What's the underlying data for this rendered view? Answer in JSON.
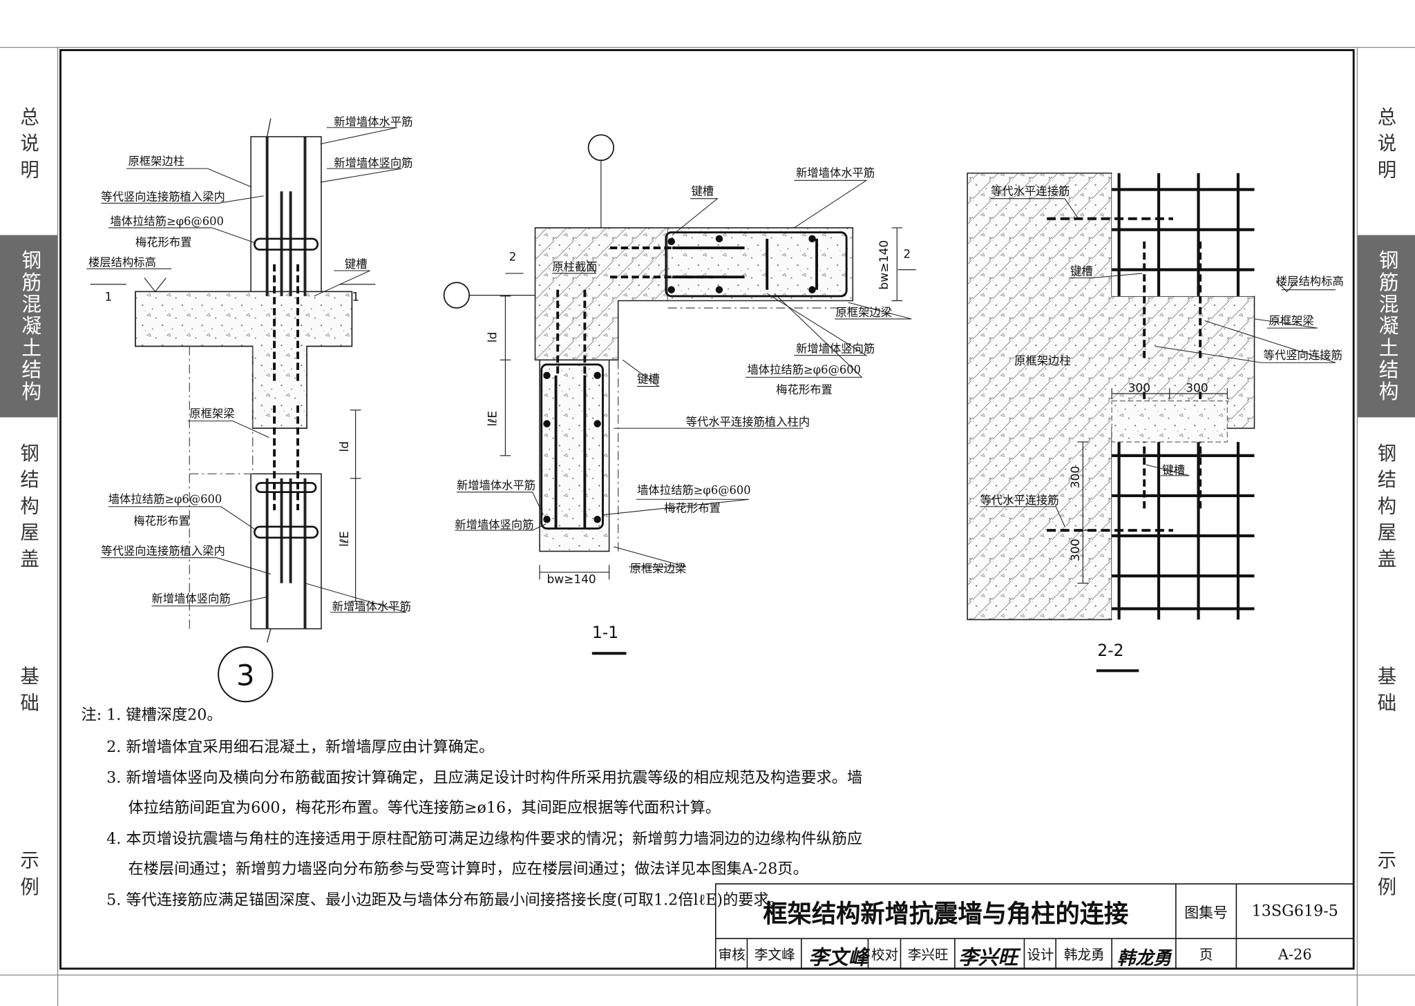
{
  "side_tabs": {
    "general": "总说明",
    "rc": "钢筋混凝土结构",
    "steel_roof": "钢结构屋盖",
    "foundation": "基础",
    "examples": "示例"
  },
  "detail3": {
    "callouts": {
      "new_wall_horizontal_top": "新增墙体水平筋",
      "new_wall_vertical_top": "新增墙体竖向筋",
      "orig_edge_column": "原框架边柱",
      "equiv_vertical_into_beam_top": "等代竖向连接筋植入梁内",
      "tie_bar_top": "墙体拉结筋≥φ6@600",
      "plum_top": "梅花形布置",
      "floor_level": "楼层结构标高",
      "key_groove": "键槽",
      "orig_frame_beam": "原框架梁",
      "tie_bar_bottom": "墙体拉结筋≥φ6@600",
      "plum_bottom": "梅花形布置",
      "equiv_vertical_into_beam_bottom": "等代竖向连接筋植入梁内",
      "new_wall_vertical_bottom": "新增墙体竖向筋",
      "new_wall_horizontal_bottom": "新增墙体水平筋"
    },
    "section_mark_left": "1",
    "section_mark_right": "1",
    "dim_ld": "ld",
    "dim_lle": "lℓE",
    "detail_number": "3"
  },
  "section11": {
    "callouts": {
      "key_groove_top": "键槽",
      "new_wall_horizontal": "新增墙体水平筋",
      "orig_column_section": "原柱截面",
      "orig_edge_beam_right": "原框架边梁",
      "new_wall_vertical": "新增墙体竖向筋",
      "tie_bar": "墙体拉结筋≥φ6@600",
      "plum": "梅花形布置",
      "key_groove_mid": "键槽",
      "equiv_horizontal_into_column": "等代水平连接筋植入柱内",
      "new_wall_horizontal_left": "新增墙体水平筋",
      "tie_bar_lower": "墙体拉结筋≥φ6@600",
      "plum_lower": "梅花形布置",
      "new_wall_vertical_left": "新增墙体竖向筋",
      "orig_edge_beam_bottom": "原框架边梁"
    },
    "mark_2_left": "2",
    "mark_2_right": "2",
    "dim_bw_right": "bw≥140",
    "dim_bw_bottom": "bw≥140",
    "dim_ld": "ld",
    "dim_lle": "lℓE",
    "title": "1-1"
  },
  "section22": {
    "callouts": {
      "equiv_horizontal_top": "等代水平连接筋",
      "key_groove_top": "键槽",
      "floor_level": "楼层结构标高",
      "orig_frame_beam": "原框架梁",
      "orig_edge_column": "原框架边柱",
      "equiv_vertical": "等代竖向连接筋",
      "key_groove_bottom": "键槽",
      "equiv_horizontal_bottom": "等代水平连接筋"
    },
    "dims": {
      "d1": "300",
      "d2": "300",
      "d3": "300",
      "d4": "300"
    },
    "title": "2-2"
  },
  "notes": {
    "prefix": "注:",
    "items": [
      "1. 键槽深度20。",
      "2. 新增墙体宜采用细石混凝土，新增墙厚应由计算确定。",
      "3. 新增墙体竖向及横向分布筋截面按计算确定，且应满足设计时构件所采用抗震等级的相应规范及构造要求。墙",
      "体拉结筋间距宜为600，梅花形布置。等代连接筋≥ø16，其间距应根据等代面积计算。",
      "4. 本页增设抗震墙与角柱的连接适用于原柱配筋可满足边缘构件要求的情况；新增剪力墙洞边的边缘构件纵筋应",
      "在楼层间通过；新增剪力墙竖向分布筋参与受弯计算时，应在楼层间通过；做法详见本图集A-28页。",
      "5. 等代连接筋应满足锚固深度、最小边距及与墙体分布筋最小间接搭接长度(可取1.2倍lℓE)的要求。"
    ]
  },
  "title_block": {
    "title": "框架结构新增抗震墙与角柱的连接",
    "atlas_label": "图集号",
    "atlas_no": "13SG619-5",
    "review_label": "审核",
    "reviewer": "李文峰",
    "reviewer_sig": "李文峰",
    "check_label": "校对",
    "checker": "李兴旺",
    "checker_sig": "李兴旺",
    "design_label": "设计",
    "designer": "韩龙勇",
    "designer_sig": "韩龙勇",
    "page_label": "页",
    "page_no": "A-26"
  }
}
